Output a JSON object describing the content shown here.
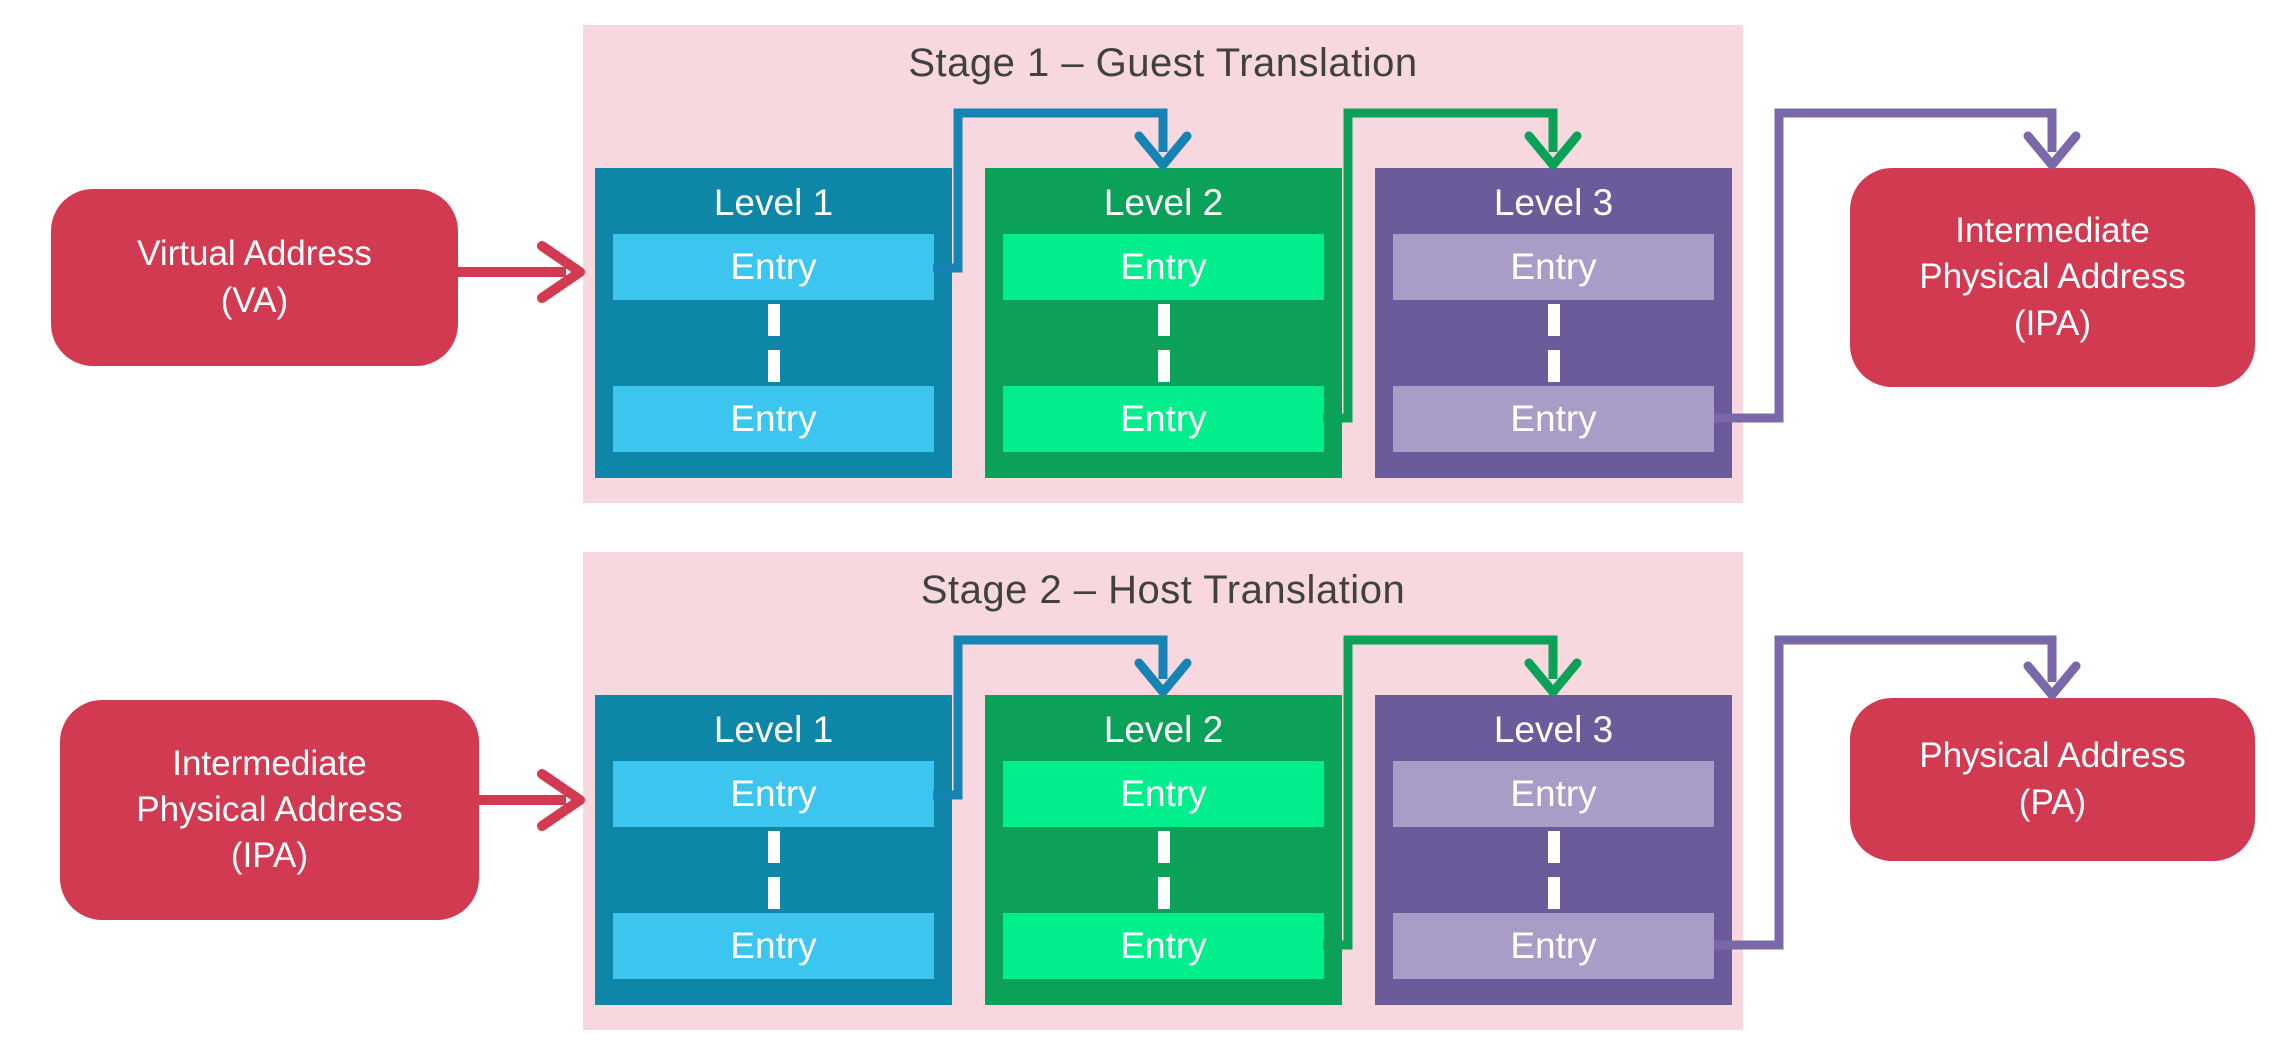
{
  "palette": {
    "panel_pink": "#f6d8de",
    "red": "#d23a52",
    "teal_dark": "#0e86a8",
    "teal_light": "#3cc6ef",
    "green_dark": "#0ca159",
    "green_light": "#00ef8c",
    "purple_dark": "#6c5b9b",
    "purple_light": "#a99cc7",
    "connector_blue": "#1584b4",
    "connector_green": "#0ca159",
    "connector_purple": "#7a68a8",
    "title_text": "#404040"
  },
  "stages": [
    {
      "title": "Stage 1 – Guest Translation",
      "input_label": "Virtual Address\n(VA)",
      "output_label": "Intermediate\nPhysical Address\n(IPA)",
      "tables": [
        {
          "label": "Level 1",
          "entries": [
            "Entry",
            "Entry"
          ]
        },
        {
          "label": "Level 2",
          "entries": [
            "Entry",
            "Entry"
          ]
        },
        {
          "label": "Level 3",
          "entries": [
            "Entry",
            "Entry"
          ]
        }
      ]
    },
    {
      "title": "Stage 2 – Host Translation",
      "input_label": "Intermediate\nPhysical Address\n(IPA)",
      "output_label": "Physical Address\n(PA)",
      "tables": [
        {
          "label": "Level 1",
          "entries": [
            "Entry",
            "Entry"
          ]
        },
        {
          "label": "Level 2",
          "entries": [
            "Entry",
            "Entry"
          ]
        },
        {
          "label": "Level 3",
          "entries": [
            "Entry",
            "Entry"
          ]
        }
      ]
    }
  ]
}
